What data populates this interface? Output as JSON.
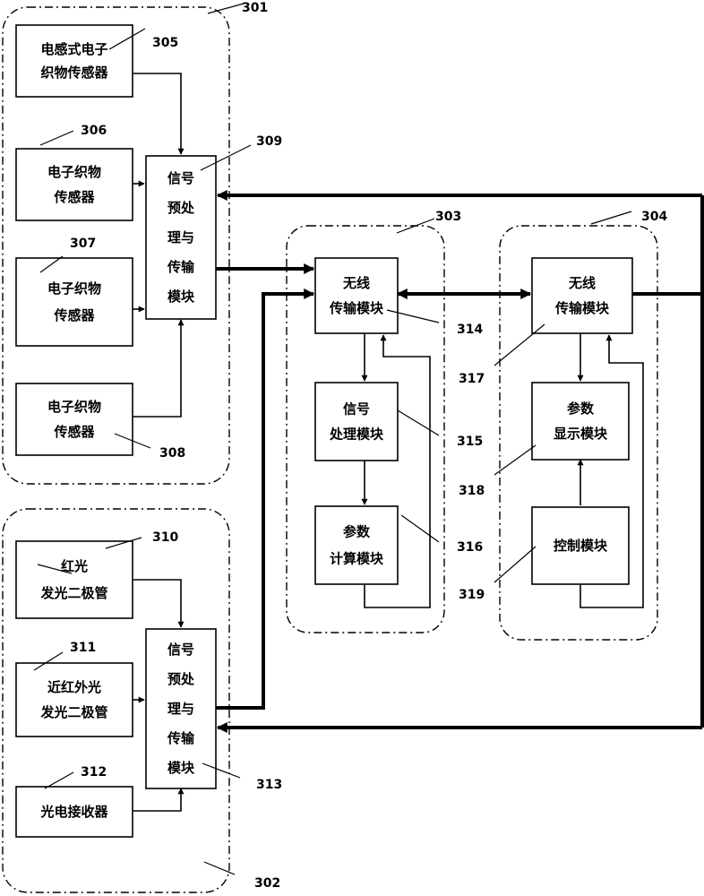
{
  "groups": {
    "g301": "301",
    "g302": "302",
    "g303": "303",
    "g304": "304"
  },
  "boxes": {
    "b305": [
      "电感式电子",
      "织物传感器"
    ],
    "b306": [
      "电子织物",
      "传感器"
    ],
    "b307": [
      "电子织物",
      "传感器"
    ],
    "b308": [
      "电子织物",
      "传感器"
    ],
    "b309": [
      "信号",
      "预处",
      "理与",
      "传输",
      "模块"
    ],
    "b310": [
      "红光",
      "发光二极管"
    ],
    "b311": [
      "近红外光",
      "发光二极管"
    ],
    "b312": [
      "光电接收器"
    ],
    "b313": [
      "信号",
      "预处",
      "理与",
      "传输",
      "模块"
    ],
    "b314": [
      "无线",
      "传输模块"
    ],
    "b315": [
      "信号",
      "处理模块"
    ],
    "b316": [
      "参数",
      "计算模块"
    ],
    "b317": [
      "无线",
      "传输模块"
    ],
    "b318": [
      "参数",
      "显示模块"
    ],
    "b319": [
      "控制模块"
    ]
  },
  "refs": {
    "r305": "305",
    "r306": "306",
    "r307": "307",
    "r308": "308",
    "r309": "309",
    "r310": "310",
    "r311": "311",
    "r312": "312",
    "r313": "313",
    "r314": "314",
    "r315": "315",
    "r316": "316",
    "r317": "317",
    "r318": "318",
    "r319": "319"
  }
}
